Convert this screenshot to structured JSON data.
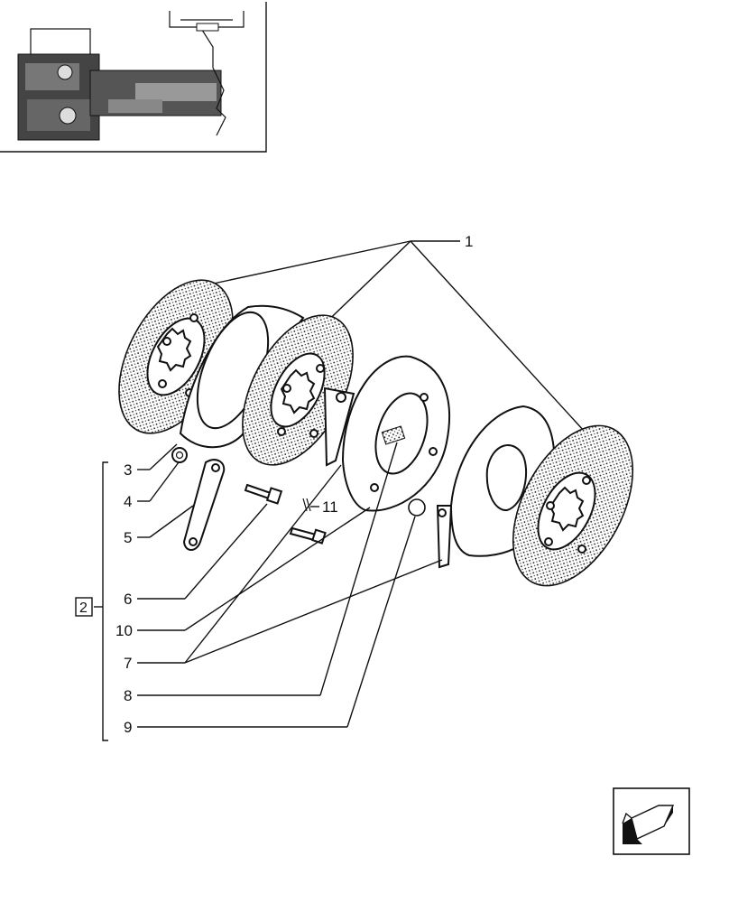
{
  "diagram": {
    "callouts": [
      {
        "id": "1",
        "label": "1"
      },
      {
        "id": "2",
        "label": "2"
      },
      {
        "id": "3",
        "label": "3"
      },
      {
        "id": "4",
        "label": "4"
      },
      {
        "id": "5",
        "label": "5"
      },
      {
        "id": "6",
        "label": "6"
      },
      {
        "id": "7",
        "label": "7"
      },
      {
        "id": "8",
        "label": "8"
      },
      {
        "id": "9",
        "label": "9"
      },
      {
        "id": "10",
        "label": "10"
      },
      {
        "id": "11",
        "label": "11"
      }
    ],
    "nav_icon": "next-page-arrow-icon",
    "overview_icon": "tractor-overview-thumbnail"
  }
}
